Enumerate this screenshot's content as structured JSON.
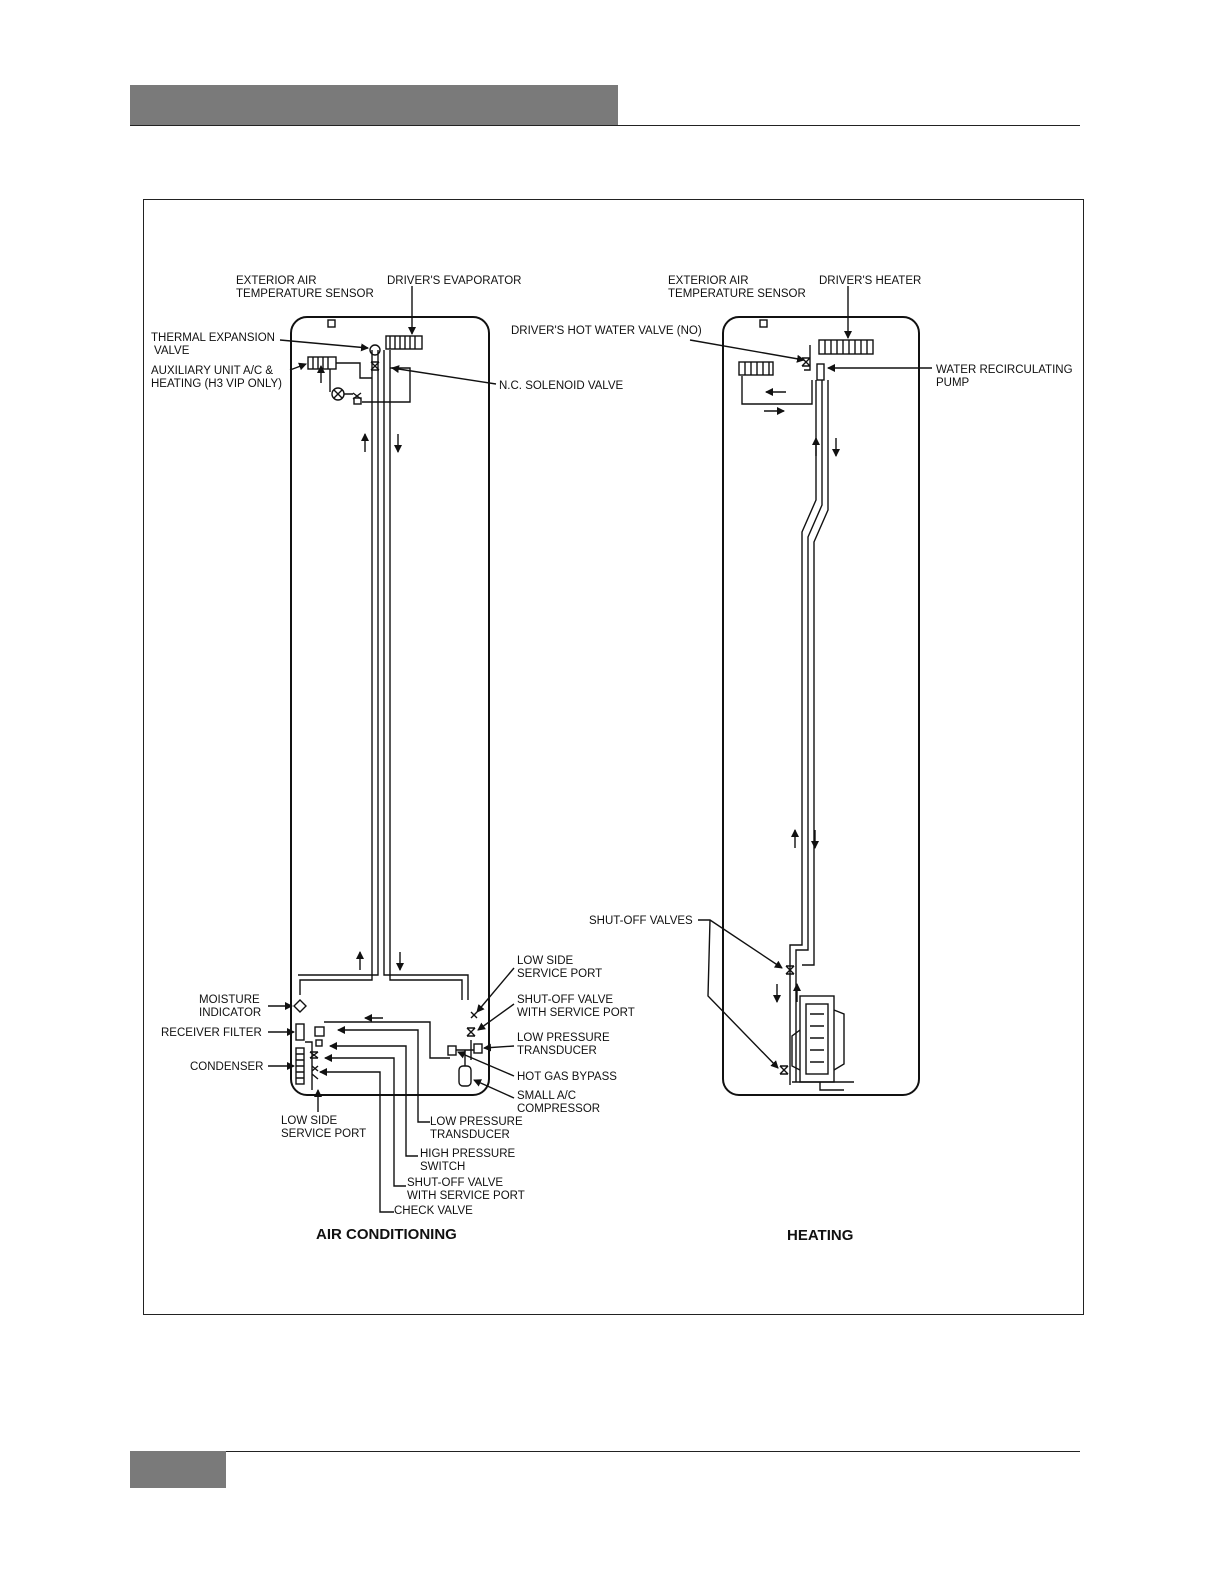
{
  "ac": {
    "caption": "AIR CONDITIONING",
    "labels": {
      "ext_sensor_1": "EXTERIOR AIR",
      "ext_sensor_2": "TEMPERATURE SENSOR",
      "evaporator": "DRIVER'S EVAPORATOR",
      "txv_1": "THERMAL EXPANSION",
      "txv_2": "VALVE",
      "aux_1": "AUXILIARY UNIT A/C &",
      "aux_2": "HEATING (H3 VIP ONLY)",
      "solenoid": "N.C. SOLENOID VALVE",
      "moisture_1": "MOISTURE",
      "moisture_2": "INDICATOR",
      "receiver": "RECEIVER FILTER",
      "condenser": "CONDENSER",
      "lowside_l_1": "LOW SIDE",
      "lowside_l_2": "SERVICE PORT",
      "lp_trans_b_1": "LOW PRESSURE",
      "lp_trans_b_2": "TRANSDUCER",
      "hp_switch_1": "HIGH PRESSURE",
      "hp_switch_2": "SWITCH",
      "shutoff_b_1": "SHUT-OFF VALVE",
      "shutoff_b_2": "WITH SERVICE PORT",
      "check": "CHECK VALVE",
      "lowside_r_1": "LOW SIDE",
      "lowside_r_2": "SERVICE PORT",
      "shutoff_r_1": "SHUT-OFF VALVE",
      "shutoff_r_2": "WITH SERVICE PORT",
      "lp_trans_r_1": "LOW PRESSURE",
      "lp_trans_r_2": "TRANSDUCER",
      "hot_gas": "HOT GAS BYPASS",
      "comp_1": "SMALL A/C",
      "comp_2": "COMPRESSOR"
    }
  },
  "heat": {
    "caption": "HEATING",
    "labels": {
      "ext_sensor_1": "EXTERIOR AIR",
      "ext_sensor_2": "TEMPERATURE SENSOR",
      "heater": "DRIVER'S HEATER",
      "hot_water_valve": "DRIVER'S HOT WATER VALVE (NO)",
      "pump_1": "WATER RECIRCULATING",
      "pump_2": "PUMP",
      "shutoff": "SHUT-OFF VALVES"
    }
  }
}
